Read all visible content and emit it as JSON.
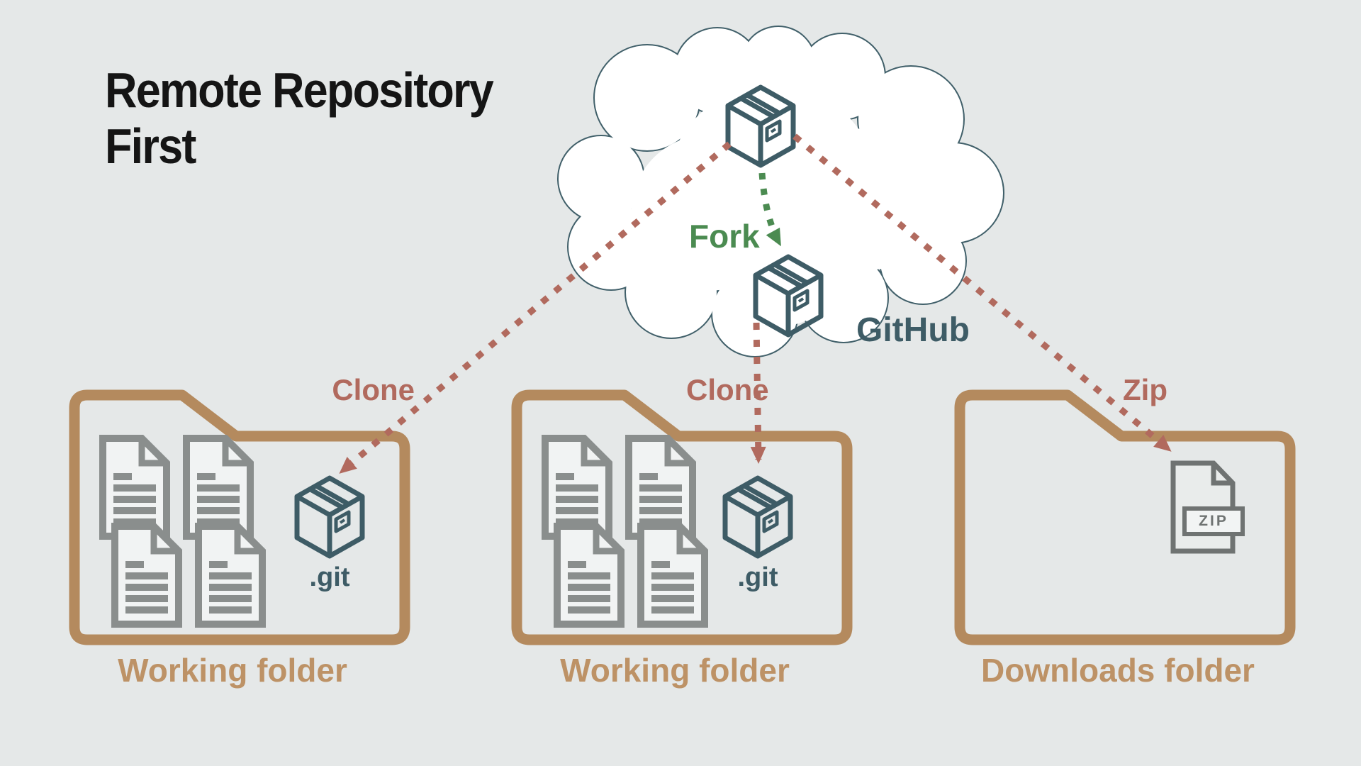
{
  "title": {
    "line1": "Remote Repository",
    "line2": "First"
  },
  "cloud": {
    "label": "GitHub"
  },
  "arrows": {
    "fork_label": "Fork",
    "clone_left_label": "Clone",
    "clone_middle_label": "Clone",
    "zip_label": "Zip"
  },
  "folders": [
    {
      "label": "Working folder",
      "git_label": ".git"
    },
    {
      "label": "Working folder",
      "git_label": ".git"
    },
    {
      "label": "Downloads folder",
      "zip_badge": "ZIP"
    }
  ],
  "colors": {
    "background": "#e5e8e8",
    "teal": "#3e5c66",
    "cloud_outline": "#41606a",
    "cloud_fill": "#ffffff",
    "tan_folder": "#b48a5e",
    "tan_label": "#bd9266",
    "red_arrow": "#b16a5e",
    "green_fork": "#4b8b51",
    "doc_gray": "#8a8e8d",
    "doc_fill": "#f1f3f3",
    "zip_gray": "#6f7372",
    "title_black": "#151515"
  }
}
